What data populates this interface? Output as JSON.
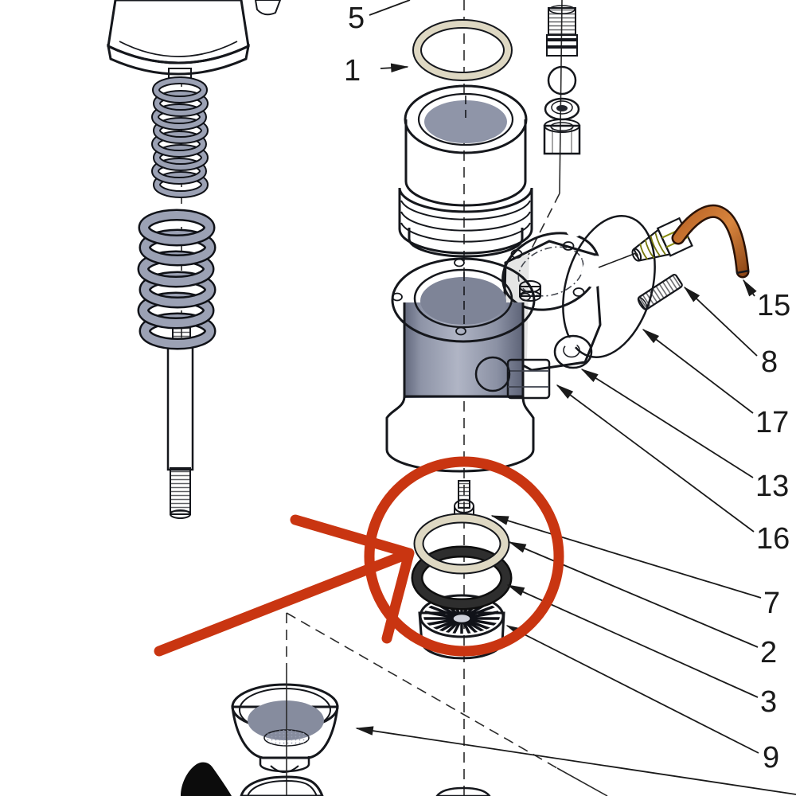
{
  "diagram": {
    "kind": "exploded-parts-drawing",
    "background": "#ffffff",
    "line_color": "#1a1a1a",
    "highlight": {
      "color": "#c93511",
      "shapes": [
        "circle",
        "arrow"
      ]
    },
    "palette": {
      "metal": "#8d93a6",
      "metal_light": "#b0b5c5",
      "metal_dark": "#62687c",
      "brass": "#cccf3e",
      "copper": "#c9702c",
      "rubber_black": "#1d1d1d",
      "seal_cream": "#ded8c3",
      "plastic_black": "#0c0c0c"
    },
    "callouts": [
      {
        "label": "5"
      },
      {
        "label": "1"
      },
      {
        "label": "15"
      },
      {
        "label": "8"
      },
      {
        "label": "17"
      },
      {
        "label": "13"
      },
      {
        "label": "16"
      },
      {
        "label": "7"
      },
      {
        "label": "2"
      },
      {
        "label": "3"
      },
      {
        "label": "9"
      }
    ]
  }
}
